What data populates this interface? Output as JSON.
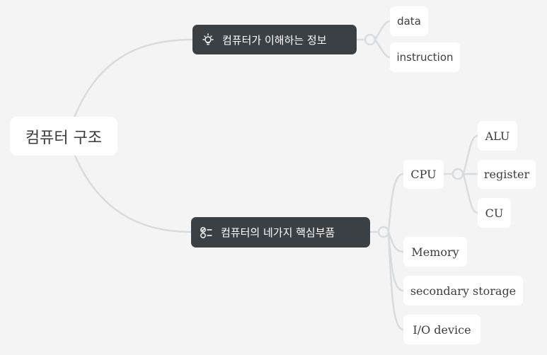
{
  "root": {
    "label": "컴퓨터 구조"
  },
  "topics": [
    {
      "label": "컴퓨터가 이해하는 정보",
      "icon": "lightbulb-icon",
      "children": [
        "data",
        "instruction"
      ]
    },
    {
      "label": "컴퓨터의 네가지 핵심부품",
      "icon": "checklist-icon",
      "children": [
        {
          "label": "CPU",
          "children": [
            "ALU",
            "register",
            "CU"
          ]
        },
        {
          "label": "Memory"
        },
        {
          "label": "secondary storage"
        },
        {
          "label": "I/O device"
        }
      ]
    }
  ],
  "colors": {
    "background": "#f4f4f4",
    "topic_fill": "#3b4045",
    "node_fill": "#ffffff",
    "connector": "#d9dcde"
  }
}
